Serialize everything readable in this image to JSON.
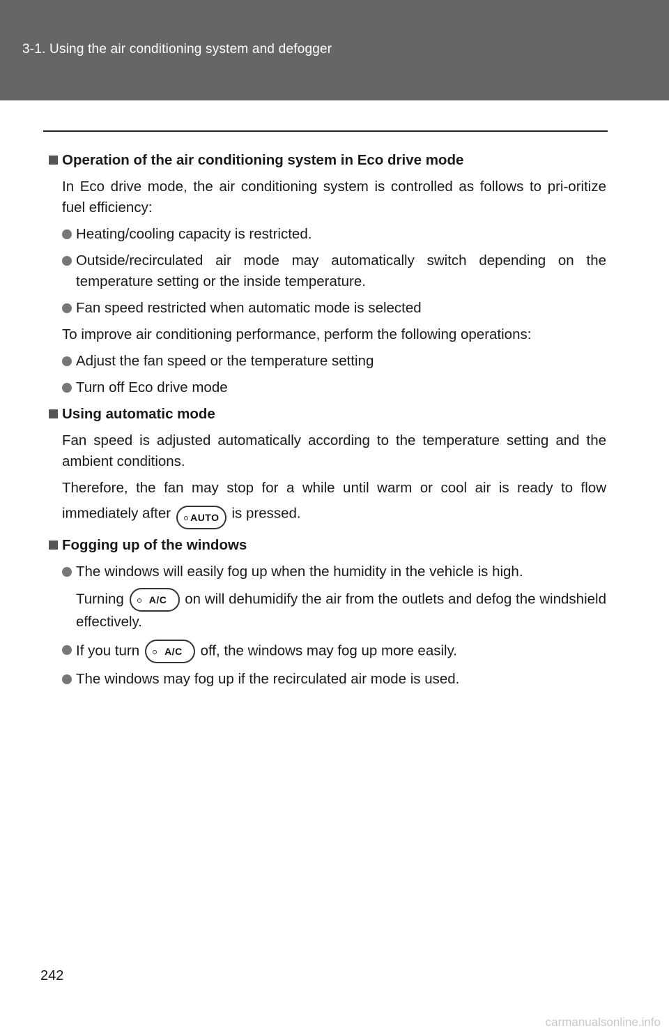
{
  "header": {
    "title": "3-1. Using the air conditioning system and defogger",
    "bg_color": "#666666"
  },
  "sections": [
    {
      "heading": "Operation of the air conditioning system in Eco drive mode",
      "intro": "In Eco drive mode, the air conditioning system is controlled as follows to pri-oritize fuel efficiency:",
      "bullets": [
        "Heating/cooling capacity is restricted.",
        "Outside/recirculated air mode may automatically switch depending on the temperature setting or the inside temperature.",
        "Fan speed restricted when automatic mode is selected"
      ],
      "para2": "To improve air conditioning performance, perform the following operations:",
      "bullets2": [
        "Adjust the fan speed or the temperature setting",
        "Turn off Eco drive mode"
      ]
    },
    {
      "heading": "Using automatic mode",
      "para1": "Fan speed is adjusted automatically according to the temperature setting and the ambient conditions.",
      "para2_a": "Therefore, the fan may stop for a while until warm or cool air is ready to flow immediately after",
      "para2_b": "is pressed."
    },
    {
      "heading": "Fogging up of the windows",
      "bullet1_a": "The windows will easily fog up when the humidity in the vehicle is high.",
      "bullet1_b": "Turning",
      "bullet1_c": "on will dehumidify the air from the outlets and defog the windshield effectively.",
      "bullet2_a": "If you turn",
      "bullet2_b": "off, the windows may fog up more easily.",
      "bullet3": "The windows may fog up if the recirculated air mode is used."
    }
  ],
  "buttons": {
    "auto_label": "AUTO",
    "ac_label": "A/C"
  },
  "footer": {
    "page_number": "242",
    "watermark": "carmanualsonline.info"
  }
}
